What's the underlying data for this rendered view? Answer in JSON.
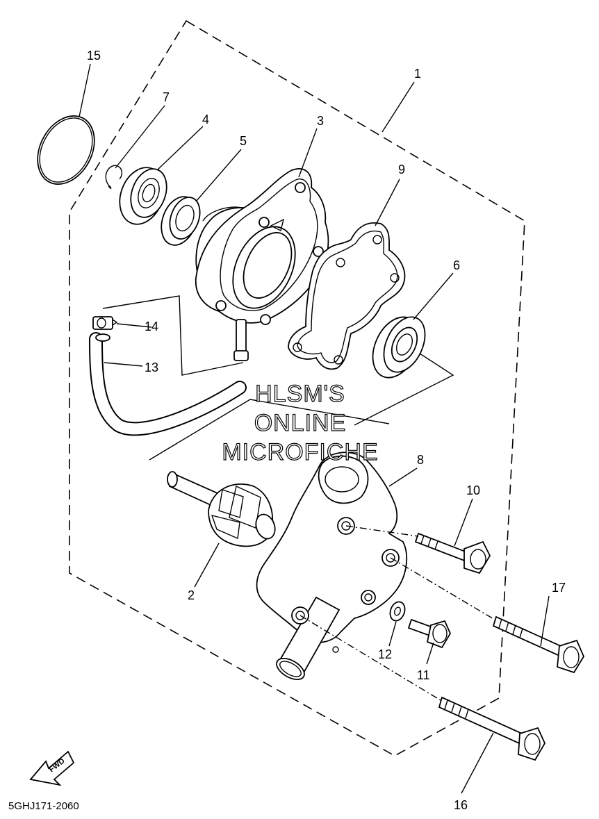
{
  "diagram": {
    "catalog_code": "5GHJ171-2060",
    "direction_badge": "FWD",
    "watermark": [
      "HLSM'S",
      "ONLINE",
      "MICROFICHE"
    ],
    "callouts": {
      "p1": "1",
      "p2": "2",
      "p3": "3",
      "p4": "4",
      "p5": "5",
      "p6": "6",
      "p7": "7",
      "p8": "8",
      "p9": "9",
      "p10": "10",
      "p11": "11",
      "p12": "12",
      "p13": "13",
      "p14": "14",
      "p15": "15",
      "p16": "16",
      "p17": "17"
    }
  }
}
